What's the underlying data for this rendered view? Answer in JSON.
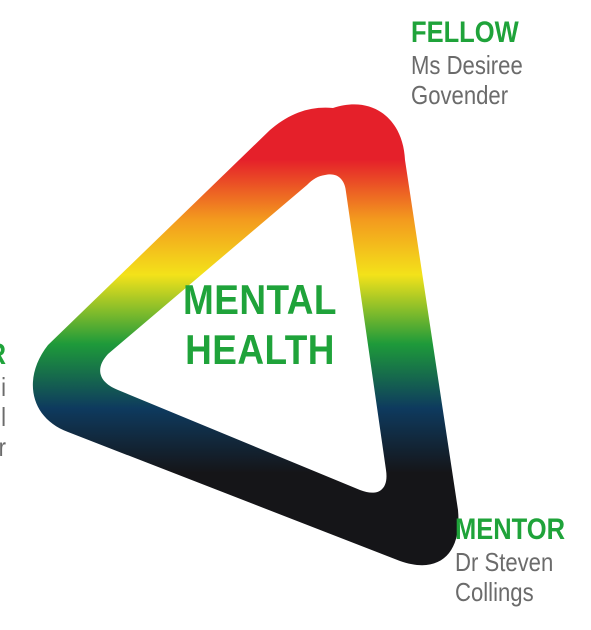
{
  "center": {
    "line1": "MENTAL",
    "line2": "HEALTH"
  },
  "fellow": {
    "title": "FELLOW",
    "name_line1": "Ms Desiree",
    "name_line2": "Govender"
  },
  "mentor": {
    "title": "MENTOR",
    "name_line1": "Dr Steven",
    "name_line2": "Collings"
  },
  "left_role": {
    "title": "R",
    "name_line1": "i",
    "name_line2": "l",
    "name_line3": "r"
  },
  "colors": {
    "accent_green": "#1fa33a",
    "name_gray": "#6b6b6b",
    "gradient_red": "#e5202a",
    "gradient_orange": "#f39a1e",
    "gradient_yellow": "#f3e21a",
    "gradient_green": "#1e9a3a",
    "gradient_blue": "#0e3a5e",
    "gradient_black": "#151518"
  }
}
